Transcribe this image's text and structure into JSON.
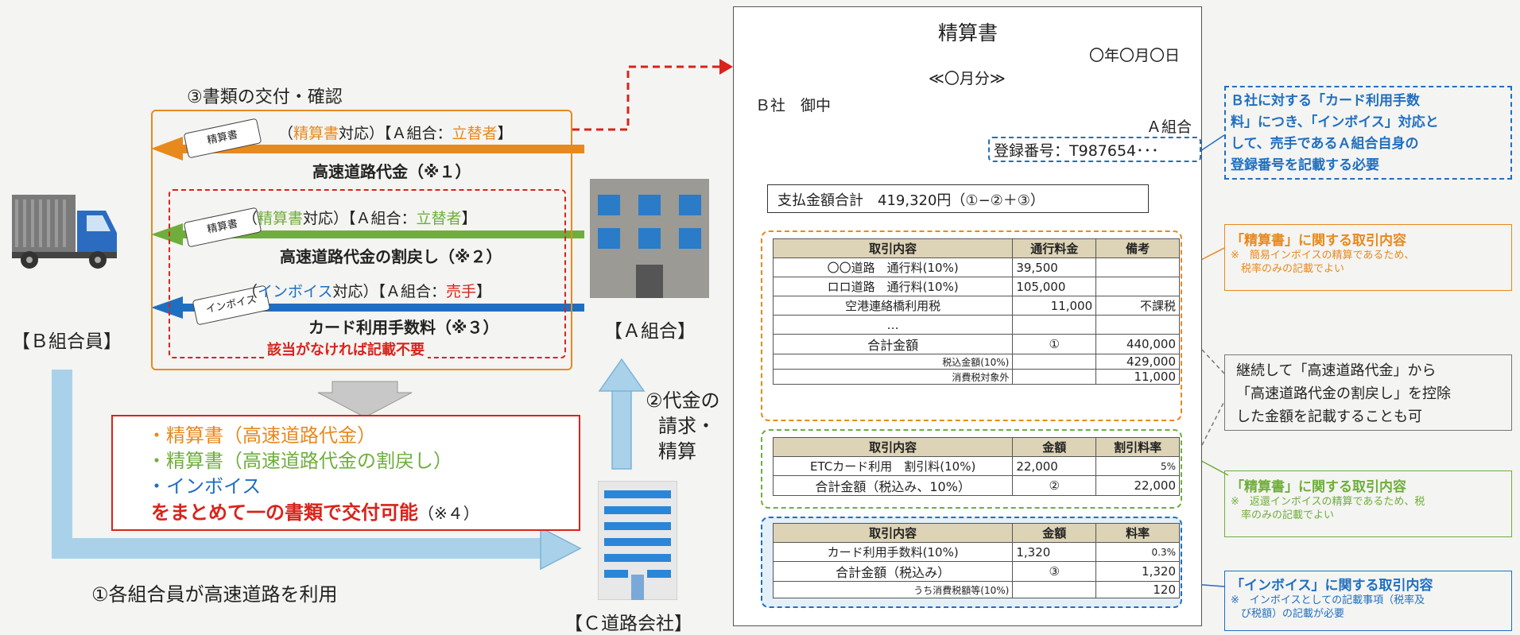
{
  "left": {
    "step3_label": "③書類の交付・確認",
    "member_label": "【Ｂ組合員】",
    "a_union_label": "【Ａ組合】",
    "c_road_label": "【Ｃ道路会社】",
    "step1_label": "①各組合員が高速道路を利用",
    "step2_line1": "②代金の",
    "step2_line2": "請求・",
    "step2_line3": "精算",
    "row1": {
      "tag": "精算書",
      "prefix": "（",
      "highlight": "精算書",
      "mid": "対応）【Ａ組合：",
      "role": "立替者",
      "suffix": "】",
      "title": "高速道路代金（※１）"
    },
    "row2": {
      "tag": "精算書",
      "prefix": "（",
      "highlight": "精算書",
      "mid": "対応）【Ａ組合：",
      "role": "立替者",
      "suffix": "】",
      "title": "高速道路代金の割戻し（※２）"
    },
    "row3": {
      "tag": "インボイス",
      "prefix": "（",
      "highlight": "インボイス",
      "mid": "対応）【Ａ組合：",
      "role": "売手",
      "suffix": "】",
      "title": "カード利用手数料（※３）"
    },
    "not_applicable": "該当がなければ記載不要",
    "summary": {
      "item1": "・精算書（高速道路代金）",
      "item2": "・精算書（高速道路代金の割戻し）",
      "item3": "・インボイス",
      "emph": "をまとめて一の書類で交付可能",
      "note": "（※４）"
    }
  },
  "doc": {
    "title": "精算書",
    "date": "〇年〇月〇日",
    "period": "≪〇月分≫",
    "addressee": "Ｂ社　御中",
    "issuer": "Ａ組合",
    "reg_no": "登録番号：T987654･･･",
    "total_line": "支払金額合計　419,320円（①−②＋③）",
    "table1": {
      "headers": [
        "取引内容",
        "通行料金",
        "備考"
      ],
      "rows": [
        [
          "〇〇道路　通行料(10%)",
          "39,500",
          ""
        ],
        [
          "ロロ道路　通行料(10%)",
          "105,000",
          ""
        ],
        [
          "空港連絡橋利用税",
          "11,000",
          "不課税"
        ],
        [
          "…",
          "",
          ""
        ]
      ],
      "sum_label": "合計金額",
      "sum_mark": "①",
      "sum_value": "440,000",
      "sub1_label": "税込金額(10%)",
      "sub1_value": "429,000",
      "sub2_label": "消費税対象外",
      "sub2_value": "11,000"
    },
    "table2": {
      "headers": [
        "取引内容",
        "金額",
        "割引料率"
      ],
      "row_label": "ETCカード利用　割引料(10%)",
      "row_value": "22,000",
      "row_rate": "5%",
      "sum_label": "合計金額（税込み、10%）",
      "sum_mark": "②",
      "sum_value": "22,000"
    },
    "table3": {
      "headers": [
        "取引内容",
        "金額",
        "料率"
      ],
      "row_label": "カード利用手数料(10%)",
      "row_value": "1,320",
      "row_rate": "0.3%",
      "sum_label": "合計金額（税込み）",
      "sum_mark": "③",
      "sum_value": "1,320",
      "tax_label": "うち消費税額等(10%)",
      "tax_value": "120"
    }
  },
  "notes": {
    "blue_top_l1": "Ｂ社に対する「カード利用手数",
    "blue_top_l2": "料」につき、「インボイス」対応と",
    "blue_top_l3": "して、売手であるＡ組合自身の",
    "blue_top_l4": "登録番号を記載する必要",
    "orange_title": "「精算書」に関する取引内容",
    "orange_sub1": "※　簡易インボイスの精算であるため、",
    "orange_sub2": "　税率のみの記載でよい",
    "gray_l1": "継続して「高速道路代金」から",
    "gray_l2": "「高速道路代金の割戻し」を控除",
    "gray_l3": "した金額を記載することも可",
    "green_title": "「精算書」に関する取引内容",
    "green_sub1": "※　返還インボイスの精算であるため、税",
    "green_sub2": "　率のみの記載でよい",
    "blue_bottom_title": "「インボイス」に関する取引内容",
    "blue_bottom_sub1": "※　インボイスとしての記載事項（税率及",
    "blue_bottom_sub2": "　び税額）の記載が必要"
  },
  "colors": {
    "orange": "#e8891e",
    "green": "#6fae3c",
    "blue": "#1f6fc0",
    "red": "#d9231b",
    "light_blue_arrow": "#a9d2ea"
  }
}
